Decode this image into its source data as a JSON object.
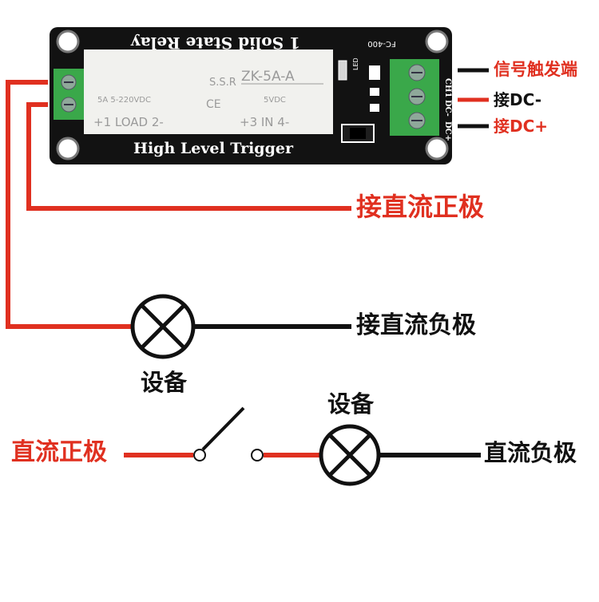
{
  "board": {
    "title": "1 Solid State Relay",
    "code": "FC-400",
    "trigger_text": "High Level Trigger",
    "module_brand": "S.S.R",
    "module_model": "ZK-5A-A",
    "load_rating": "5A 5-220VDC",
    "ce_mark": "CE",
    "load_pins": "+1 LOAD 2-",
    "input_voltage": "5VDC",
    "input_pins": "+3 IN 4-",
    "pin_dcplus": "DC+",
    "pin_dcminus": "DC-",
    "pin_ch1": "CH1",
    "led_label": "LED"
  },
  "labels": {
    "signal_trigger": "信号触发端",
    "connect_dc_minus": "接DC-",
    "connect_dc_plus": "接DC+",
    "connect_dc_positive": "接直流正极",
    "connect_dc_negative": "接直流负极",
    "device_top": "设备",
    "device_bottom": "设备",
    "dc_positive": "直流正极",
    "dc_negative": "直流负极"
  },
  "colors": {
    "wire_red": "#e03020",
    "wire_black": "#111111",
    "board_black": "#121212",
    "terminal_green": "#3aa84a",
    "module_white": "#f1f1ee"
  }
}
